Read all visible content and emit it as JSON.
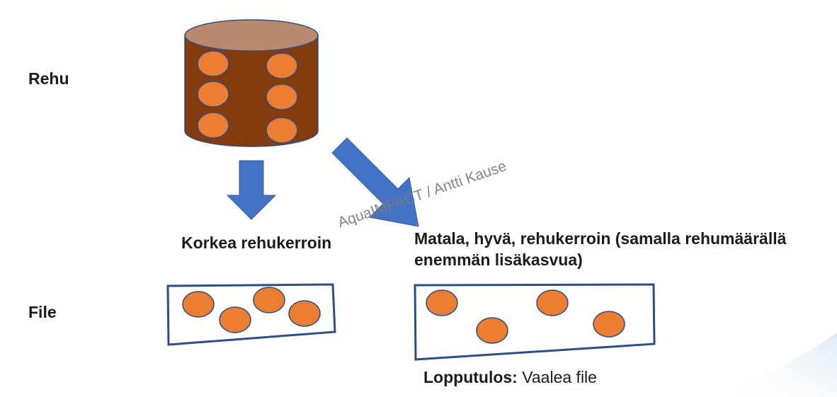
{
  "labels": {
    "rehu": "Rehu",
    "file": "File",
    "korkea": "Korkea rehukerroin",
    "matala_line1": "Matala, hyvä, rehukerroin (samalla rehumäärällä",
    "matala_line2": "enemmän lisäkasvua)",
    "lopputulos_bold": "Lopputulos:",
    "lopputulos_rest": " Vaalea file"
  },
  "watermark": "AquaIMPACT / Antti Kause",
  "colors": {
    "barrel_body": "#843C0C",
    "barrel_top": "#B98A6E",
    "pellet": "#ED7D31",
    "arrow": "#4472C4",
    "fillet_border": "#2F4D87",
    "pellet_stroke": "#3A5A9A"
  }
}
